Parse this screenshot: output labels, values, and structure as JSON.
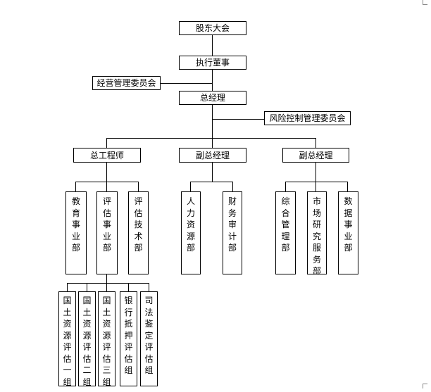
{
  "org": {
    "shareholders": "股东大会",
    "executive_director": "执行董事",
    "management_committee": "经营管理委员会",
    "general_manager": "总经理",
    "risk_committee": "风险控制管理委员会",
    "chief_engineer": "总工程师",
    "deputy_gm_1": "副总经理",
    "deputy_gm_2": "副总经理",
    "education_dept": "教育事业部",
    "valuation_dept": "评估事业部",
    "valuation_tech_dept": "评估技术部",
    "hr_dept": "人力资源部",
    "finance_audit_dept": "财务审计部",
    "general_management_dept": "综合管理部",
    "market_research_dept": "市场研究服务部",
    "data_dept": "数据事业部",
    "land_group_1": "国土资源评估一组",
    "land_group_2": "国土资源评估二组",
    "land_group_3": "国土资源评估三组",
    "bank_mortgage_group": "银行抵押评估组",
    "judicial_group": "司法鉴定评估组"
  }
}
